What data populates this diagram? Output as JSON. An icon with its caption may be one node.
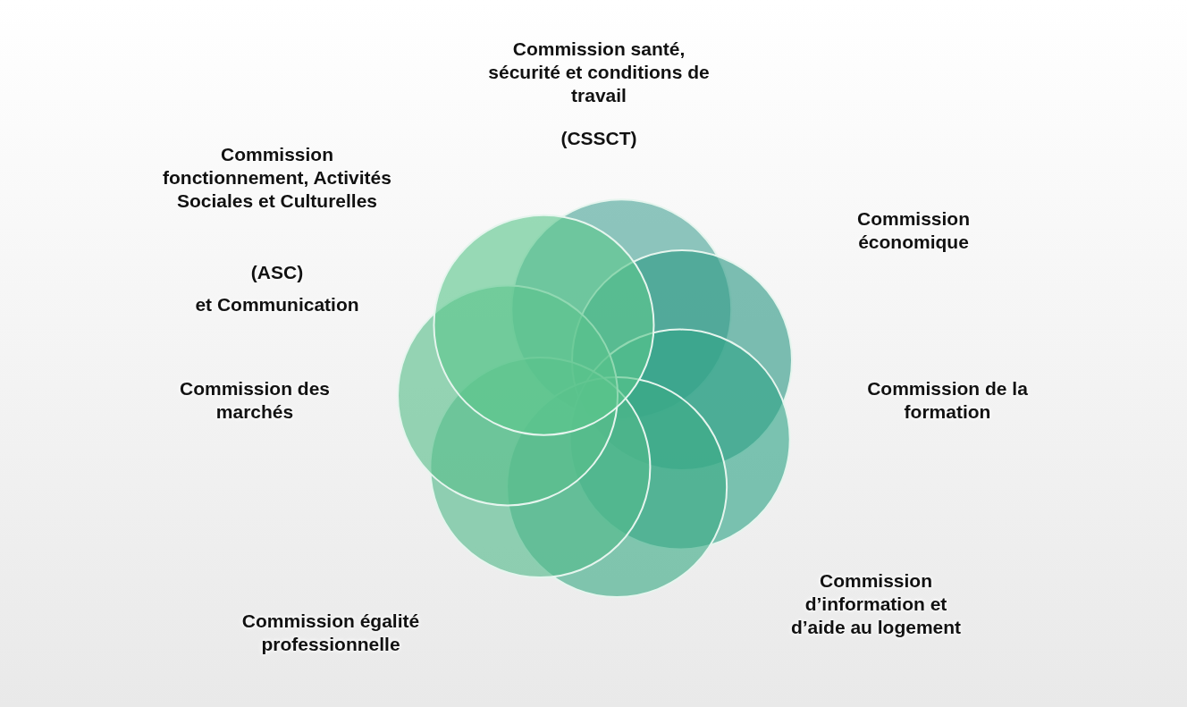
{
  "diagram": {
    "labels": [
      "Commission santé, sécurité et conditions de travail",
      "(CSSCT)",
      "Commission fonctionnement, Activités Sociales et Culturelles",
      "(ASC)",
      "et Communication",
      "Commission économique",
      "Commission des marchés",
      "Commission de la formation",
      "Commission d’information et d’aide au logement",
      "Commission égalité professionnelle"
    ]
  }
}
